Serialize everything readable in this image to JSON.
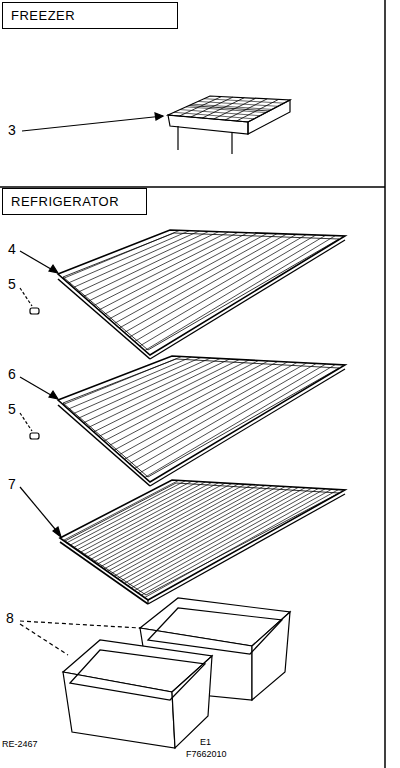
{
  "diagram": {
    "nodes": [
      {
        "text": [
          "FREEZER"
        ]
      },
      {
        "text": [
          "REFRIGERATOR"
        ]
      }
    ],
    "labels": [
      "3",
      "4",
      "5",
      "6",
      "5",
      "7",
      "8",
      "RE-2467",
      "E1",
      "F7662010"
    ]
  }
}
